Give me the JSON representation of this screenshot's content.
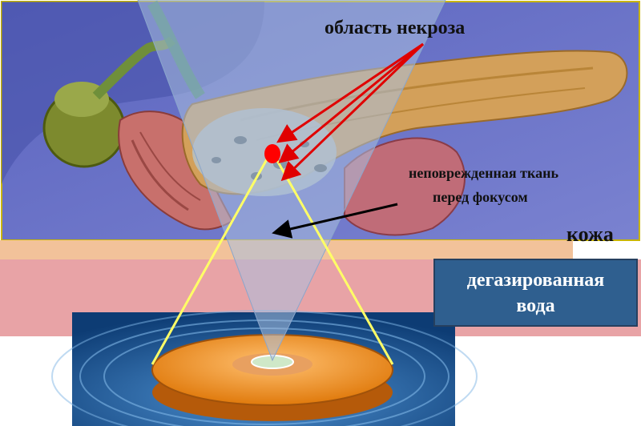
{
  "labels": {
    "necrosis_area": "область некроза",
    "intact_tissue_line1": "неповрежденная ткань",
    "intact_tissue_line2": "перед  фокусом",
    "skin": "кожа",
    "degassed_water_line1": "дегазированная",
    "degassed_water_line2": "вода"
  },
  "colors": {
    "background_blue": "#6a73c8",
    "pancreas": "#d3a05a",
    "skin_strip": "#f2c29a",
    "water_layer": "#e8a3a6",
    "transducer": "#f08c1a",
    "basin": "#1f5f9c",
    "ultrasound_cone": "#a9c0de",
    "focus_lines": "#ffff66",
    "necrosis_arrows": "#e00000",
    "focus_point": "#ff0000",
    "water_box": "#2f5f8f"
  }
}
